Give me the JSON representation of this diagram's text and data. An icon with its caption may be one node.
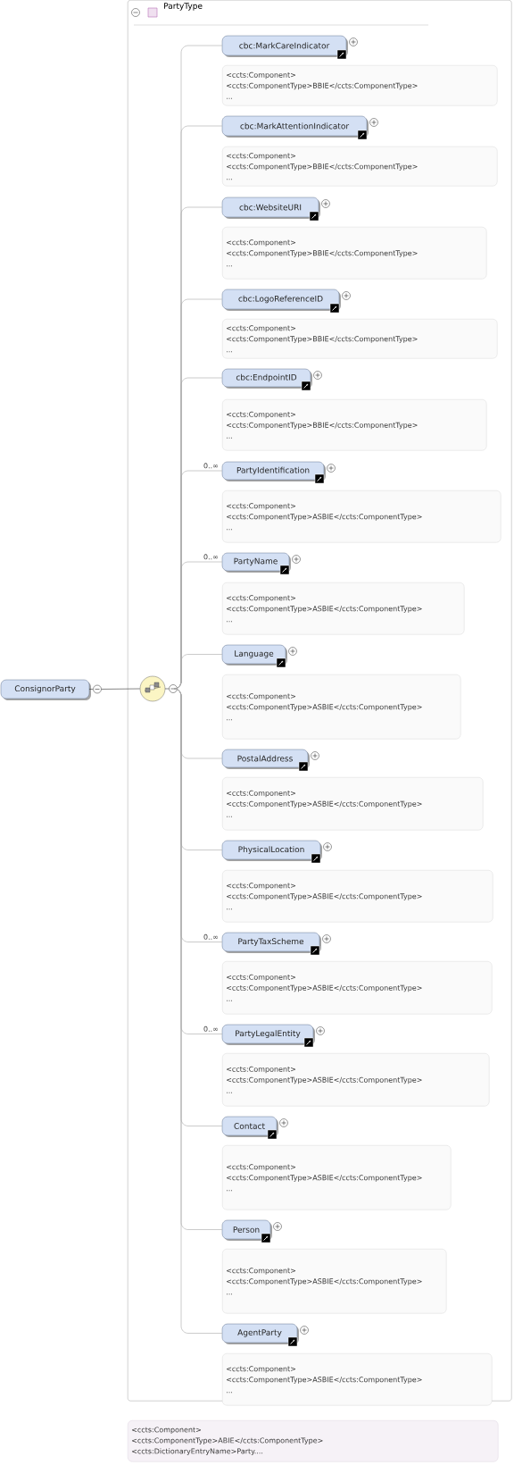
{
  "diagram": {
    "nodes": [
      {
        "text": [
          "ConsignorParty"
        ]
      },
      {
        "text": [
          "PartyType"
        ]
      },
      {
        "text": [],
        "shape": "circle",
        "in": 1
      },
      {
        "text": [
          "cbc:MarkCareIndicator"
        ],
        "in": 1
      },
      {
        "text": [
          "<ccts:Component> <ccts:ComponentType>BBIE</ccts:ComponentType> ..."
        ],
        "in": 1
      },
      {
        "text": [
          "cbc:MarkAttentionIndicator"
        ],
        "in": 1
      },
      {
        "text": [
          "<ccts:Component> <ccts:ComponentType>BBIE</ccts:ComponentType> ..."
        ],
        "in": 1
      },
      {
        "text": [
          "cbc:WebsiteURI"
        ],
        "in": 1
      },
      {
        "text": [
          "<ccts:Component> <ccts:ComponentType>BBIE</ccts:ComponentType> ..."
        ],
        "in": 1
      },
      {
        "text": [
          "cbc:LogoReferenceID"
        ],
        "in": 1
      },
      {
        "text": [
          "<ccts:Component> <ccts:ComponentType>BBIE</ccts:ComponentType> ..."
        ],
        "in": 1
      },
      {
        "text": [
          "cbc:EndpointID"
        ],
        "in": 1
      },
      {
        "text": [
          "<ccts:Component> <ccts:ComponentType>BBIE</ccts:ComponentType> ..."
        ],
        "in": 1
      },
      {
        "text": [
          "PartyIdentification"
        ],
        "in": 1
      },
      {
        "text": [
          "<ccts:Component> <ccts:ComponentType>ASBIE</ccts:ComponentType> ..."
        ],
        "in": 1
      },
      {
        "text": [
          "PartyName"
        ],
        "in": 1
      },
      {
        "text": [
          "<ccts:Component> <ccts:ComponentType>ASBIE</ccts:ComponentType> ..."
        ],
        "in": 1
      },
      {
        "text": [
          "Language"
        ],
        "in": 1
      },
      {
        "text": [
          "<ccts:Component> <ccts:ComponentType>ASBIE</ccts:ComponentType> ..."
        ],
        "in": 1
      },
      {
        "text": [
          "PostalAddress"
        ],
        "in": 1
      },
      {
        "text": [
          "<ccts:Component> <ccts:ComponentType>ASBIE</ccts:ComponentType> ..."
        ],
        "in": 1
      },
      {
        "text": [
          "PhysicalLocation"
        ],
        "in": 1
      },
      {
        "text": [
          "<ccts:Component> <ccts:ComponentType>ASBIE</ccts:ComponentType> ..."
        ],
        "in": 1
      },
      {
        "text": [
          "PartyTaxScheme"
        ],
        "in": 1
      },
      {
        "text": [
          "<ccts:Component> <ccts:ComponentType>ASBIE</ccts:ComponentType> ..."
        ],
        "in": 1
      },
      {
        "text": [
          "PartyLegalEntity"
        ],
        "in": 1
      },
      {
        "text": [
          "<ccts:Component> <ccts:ComponentType>ASBIE</ccts:ComponentType> ..."
        ],
        "in": 1
      },
      {
        "text": [
          "Contact"
        ],
        "in": 1
      },
      {
        "text": [
          "<ccts:Component> <ccts:ComponentType>ASBIE</ccts:ComponentType> ..."
        ],
        "in": 1
      },
      {
        "text": [
          "Person"
        ],
        "in": 1
      },
      {
        "text": [
          "<ccts:Component> <ccts:ComponentType>ASBIE</ccts:ComponentType> ..."
        ],
        "in": 1
      },
      {
        "text": [
          "AgentParty"
        ],
        "in": 1
      },
      {
        "text": [
          "<ccts:Component> <ccts:ComponentType>ASBIE</ccts:ComponentType> ..."
        ],
        "in": 1
      },
      {
        "text": [
          "<ccts:Component> <ccts:ComponentType>ABIE</ccts:ComponentType> <ccts:DictionaryEntryName>Party...."
        ]
      }
    ],
    "edges": [
      {
        "from": 0,
        "to": 2,
        "arrow": "none",
        "color": "#333333"
      },
      {
        "from": 2,
        "to": 3,
        "arrow": "none"
      },
      {
        "from": 2,
        "to": 5,
        "arrow": "none"
      },
      {
        "from": 2,
        "to": 7,
        "arrow": "none"
      },
      {
        "from": 2,
        "to": 9,
        "arrow": "none"
      },
      {
        "from": 2,
        "to": 11,
        "arrow": "none"
      },
      {
        "from": 2,
        "to": 13,
        "arrow": "none",
        "label": "0..∞"
      },
      {
        "from": 2,
        "to": 15,
        "arrow": "none",
        "label": "0..∞"
      },
      {
        "from": 2,
        "to": 17,
        "arrow": "none"
      },
      {
        "from": 2,
        "to": 19,
        "arrow": "none"
      },
      {
        "from": 2,
        "to": 21,
        "arrow": "none"
      },
      {
        "from": 2,
        "to": 23,
        "arrow": "none",
        "label": "0..∞"
      },
      {
        "from": 2,
        "to": 25,
        "arrow": "none",
        "label": "0..∞"
      },
      {
        "from": 2,
        "to": 27,
        "arrow": "none"
      },
      {
        "from": 2,
        "to": 29,
        "arrow": "none"
      },
      {
        "from": 2,
        "to": 31,
        "arrow": "none"
      }
    ]
  }
}
